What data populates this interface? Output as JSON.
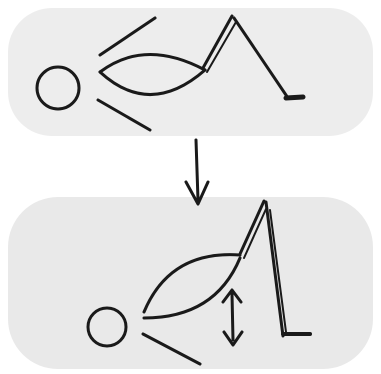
{
  "colors": {
    "panel_background": "#ededed",
    "ink": "#1a1a1a",
    "page_background": "#ffffff"
  },
  "panels": [
    {
      "id": "start-position",
      "figure": "figure-lying-hips-down"
    },
    {
      "id": "end-position",
      "figure": "figure-hips-raised"
    }
  ],
  "transition_arrow": "down-arrow-icon",
  "movement_indicator": "double-arrow-vertical-icon"
}
